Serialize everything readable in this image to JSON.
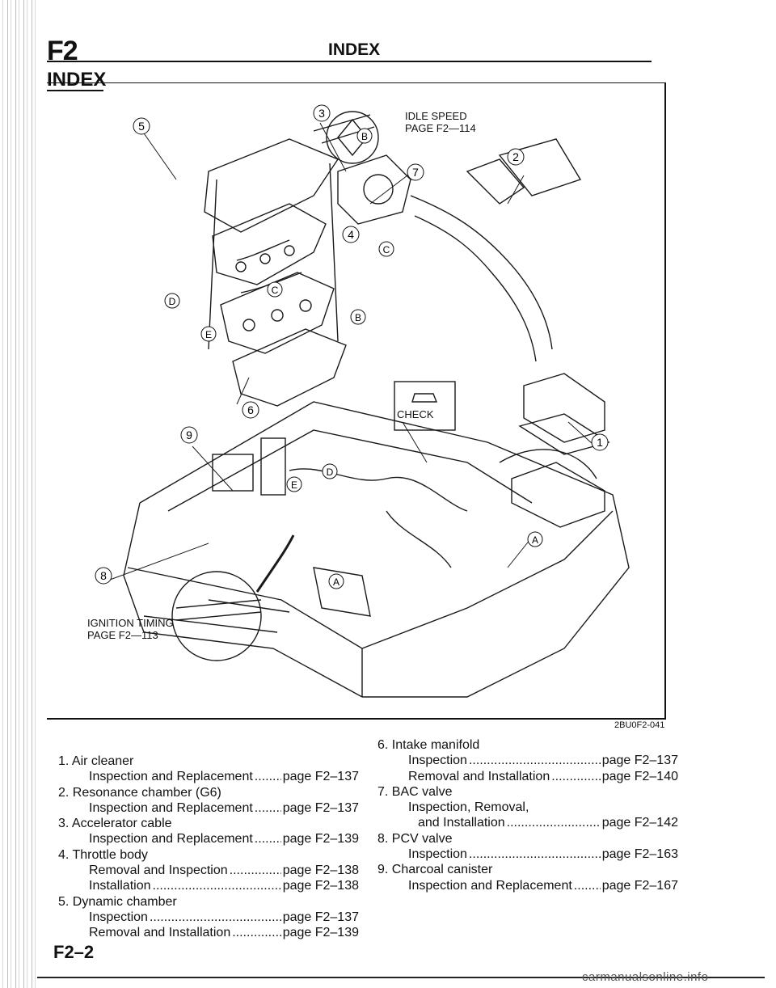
{
  "header": {
    "section_code": "F2",
    "title": "INDEX",
    "subheading": "INDEX"
  },
  "figure": {
    "code": "2BU0F2-041",
    "callouts": {
      "idle_speed": [
        "IDLE SPEED",
        "PAGE F2—114"
      ],
      "ignition_timing": [
        "IGNITION TIMING",
        "PAGE F2—113"
      ],
      "check_label": "CHECK"
    },
    "markers": {
      "m1": "1",
      "m2": "2",
      "m3": "3",
      "m4": "4",
      "m5": "5",
      "m6": "6",
      "m7": "7",
      "m8": "8",
      "m9": "9",
      "A1": "A",
      "A2": "A",
      "B1": "B",
      "B2": "B",
      "C1": "C",
      "C2": "C",
      "D1": "D",
      "D2": "D",
      "E1": "E",
      "E2": "E"
    }
  },
  "index": {
    "left": [
      {
        "title": "1. Air cleaner",
        "lines": [
          {
            "label": "Inspection and Replacement",
            "page": "page F2–137"
          }
        ]
      },
      {
        "title": "2. Resonance chamber (G6)",
        "lines": [
          {
            "label": "Inspection and Replacement",
            "page": "page F2–137"
          }
        ]
      },
      {
        "title": "3. Accelerator cable",
        "lines": [
          {
            "label": "Inspection and Replacement",
            "page": "page F2–139"
          }
        ]
      },
      {
        "title": "4. Throttle body",
        "lines": [
          {
            "label": "Removal and Inspection",
            "page": "page F2–138"
          },
          {
            "label": "Installation",
            "page": "page F2–138"
          }
        ]
      },
      {
        "title": "5. Dynamic chamber",
        "lines": [
          {
            "label": "Inspection",
            "page": "page F2–137"
          },
          {
            "label": "Removal and Installation",
            "page": "page F2–139"
          }
        ]
      }
    ],
    "right": [
      {
        "title": "6. Intake manifold",
        "lines": [
          {
            "label": "Inspection",
            "page": "page F2–137"
          },
          {
            "label": "Removal and Installation",
            "page": "page F2–140"
          }
        ]
      },
      {
        "title": "7. BAC valve",
        "lines": [
          {
            "label": "Inspection, Removal,",
            "page": ""
          },
          {
            "label": "and Installation",
            "page": "page F2–142"
          }
        ]
      },
      {
        "title": "8. PCV valve",
        "lines": [
          {
            "label": "Inspection",
            "page": "page F2–163"
          }
        ]
      },
      {
        "title": "9. Charcoal canister",
        "lines": [
          {
            "label": "Inspection and Replacement",
            "page": "page F2–167"
          }
        ]
      }
    ]
  },
  "footer": {
    "page_number": "F2–2",
    "watermark": "carmanualsonline.info"
  }
}
